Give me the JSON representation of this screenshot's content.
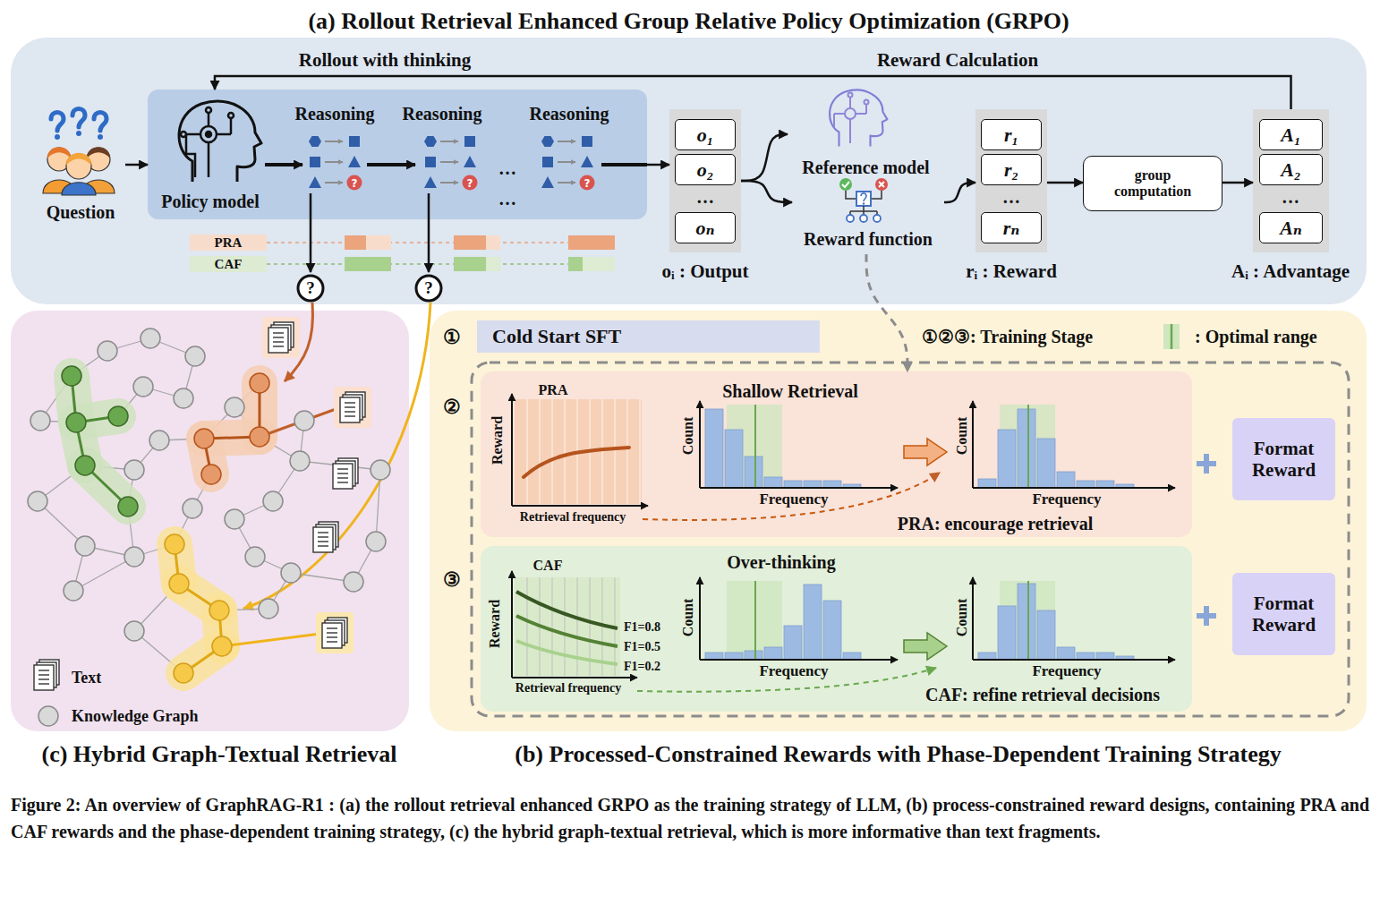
{
  "diagram": {
    "caption": "Figure 2: An overview of GraphRAG-R1 : (a) the rollout retrieval enhanced GRPO as the training strategy of LLM, (b) process-constrained reward designs, containing PRA and CAF rewards and the phase-dependent training strategy, (c) the hybrid graph-textual retrieval, which is more informative than text fragments.",
    "nodes": [
      {
        "text": [
          "(a) Rollout Retrieval Enhanced Group Relative Policy Optimization (GRPO)"
        ]
      },
      {
        "text": [
          "Question"
        ],
        "in": 0
      },
      {
        "text": [
          "Policy model"
        ],
        "in": 0
      },
      {
        "text": [
          "oᵢ : Output"
        ],
        "in": 0
      },
      {
        "text": [
          "o₁"
        ],
        "in": 3
      },
      {
        "text": [
          "o₂"
        ],
        "in": 3
      },
      {
        "text": [
          "oₙ"
        ],
        "in": 3
      },
      {
        "text": [
          "Reference model"
        ],
        "in": 0
      },
      {
        "text": [
          "Reward function"
        ],
        "in": 0
      },
      {
        "text": [
          "rᵢ : Reward"
        ],
        "in": 0
      },
      {
        "text": [
          "r₁"
        ],
        "in": 9
      },
      {
        "text": [
          "r₂"
        ],
        "in": 9
      },
      {
        "text": [
          "rₙ"
        ],
        "in": 9
      },
      {
        "text": [
          "group computation"
        ],
        "in": 0
      },
      {
        "text": [
          "Aᵢ : Advantage"
        ],
        "in": 0
      },
      {
        "text": [
          "A₁"
        ],
        "in": 14
      },
      {
        "text": [
          "A₂"
        ],
        "in": 14
      },
      {
        "text": [
          "Aₙ"
        ],
        "in": 14
      },
      {
        "text": [
          "(c) Hybrid Graph-Textual Retrieval"
        ]
      },
      {
        "text": [
          "(b) Processed-Constrained Rewards with Phase-Dependent Training Strategy"
        ]
      },
      {
        "text": [
          "Cold Start SFT"
        ],
        "in": 19
      },
      {
        "text": [
          "PRA: encourage retrieval"
        ],
        "in": 19
      },
      {
        "text": [
          "Format Reward"
        ],
        "in": 21
      },
      {
        "text": [
          "CAF: refine retrieval decisions"
        ],
        "in": 19
      },
      {
        "text": [
          "Format Reward"
        ],
        "in": 23
      }
    ],
    "edges": [
      {
        "from": 1,
        "to": 2,
        "arrow": "to"
      },
      {
        "from": 2,
        "to": 3,
        "arrow": "to"
      },
      {
        "from": 3,
        "to": 7,
        "arrow": "to"
      },
      {
        "from": 3,
        "to": 8,
        "arrow": "to"
      },
      {
        "from": 8,
        "to": 9,
        "arrow": "to"
      },
      {
        "from": 9,
        "to": 13,
        "arrow": "to"
      },
      {
        "from": 13,
        "to": 14,
        "arrow": "to"
      },
      {
        "from": 14,
        "to": 2,
        "arrow": "to"
      },
      {
        "from": 8,
        "to": 21,
        "arrow": "to"
      }
    ],
    "labels": [
      "Rollout with thinking",
      "Reward Calculation",
      "Reasoning",
      "Reasoning",
      "Reasoning",
      "?",
      "?",
      "?",
      "…",
      "…",
      "PRA",
      "CAF",
      "?",
      "?",
      "…",
      "…",
      "…",
      "①",
      "①②③: Training Stage",
      "②",
      "PRA",
      "Reward",
      "Retrieval frequency",
      "Shallow Retrieval",
      "Count",
      "Frequency",
      "Count",
      "Frequency",
      "③",
      "CAF",
      "Reward",
      "Retrieval frequency",
      "F1=0.8",
      "F1=0.5",
      "F1=0.2",
      "Over-thinking",
      "Count",
      "Frequency",
      "Count",
      "Frequency"
    ],
    "legend": [
      {
        "text": ": Optimal range"
      },
      {
        "text": "Text"
      },
      {
        "text": "Knowledge Graph"
      }
    ]
  }
}
